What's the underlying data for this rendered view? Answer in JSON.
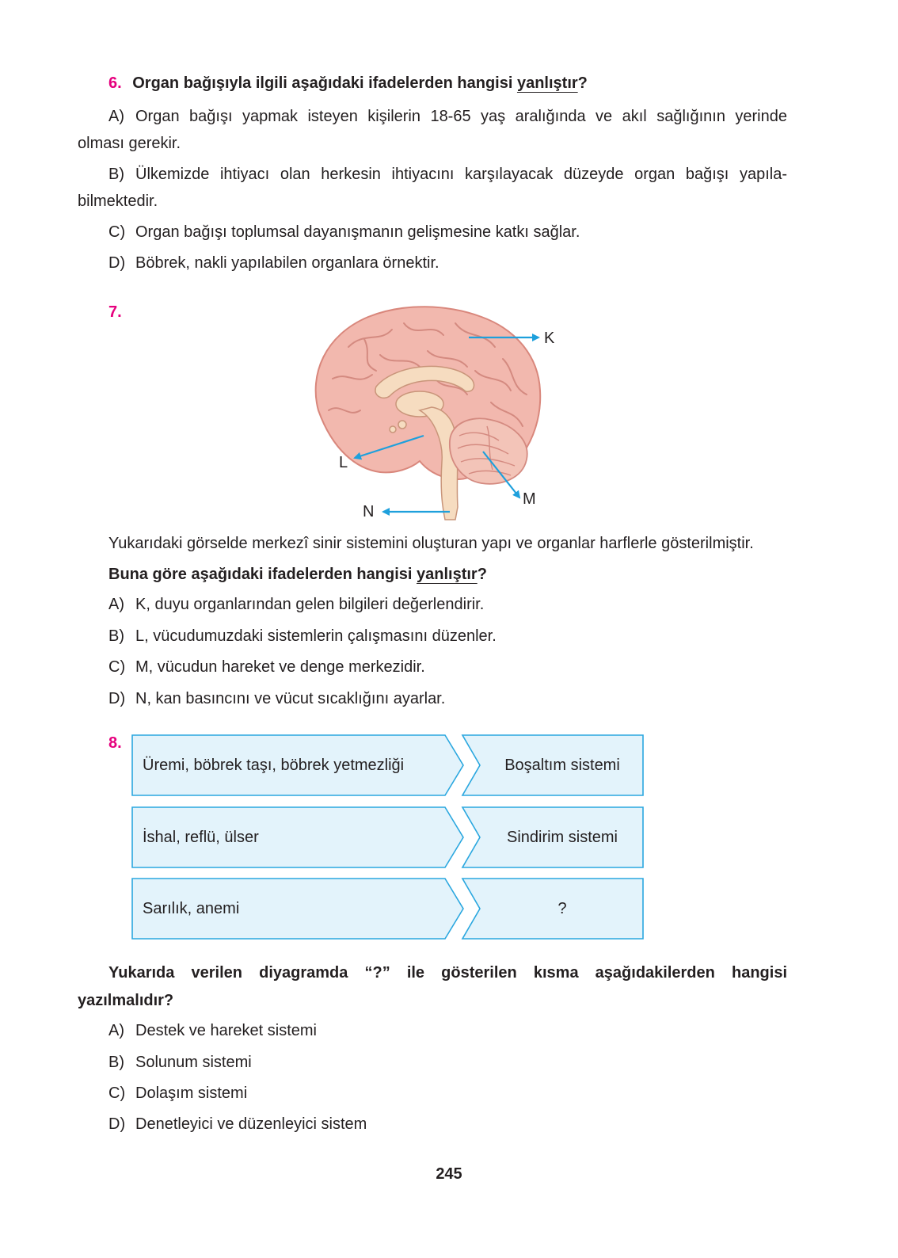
{
  "q6": {
    "number": "6.",
    "stem_pre": "Organ bağışıyla ilgili aşağıdaki ifadelerden hangisi ",
    "stem_u": "yanlıştır",
    "stem_post": "?",
    "a_letter": "A)",
    "a_line1": "Organ bağışı yapmak isteyen kişilerin 18-65 yaş aralığında ve akıl sağlığının yerinde",
    "a_line2": "olması gerekir.",
    "b_letter": "B)",
    "b_line1": "Ülkemizde ihtiyacı olan herkesin ihtiyacını karşılayacak düzeyde organ bağışı yapıla-",
    "b_line2": "bilmektedir.",
    "c_letter": "C)",
    "c_text": "Organ bağışı toplumsal dayanışmanın gelişmesine katkı sağlar.",
    "d_letter": "D)",
    "d_text": "Böbrek, nakli yapılabilen organlara örnektir."
  },
  "q7": {
    "number": "7.",
    "labels": {
      "k": "K",
      "l": "L",
      "m": "M",
      "n": "N"
    },
    "colors": {
      "arrow": "#1ea0dc",
      "brain": "#f2b8ae",
      "brain_outline": "#d9877c",
      "stem": "#f6dcc0"
    },
    "intro": "Yukarıdaki görselde merkezî sinir sistemini oluşturan yapı ve organlar harflerle gösterilmiştir.",
    "stem_pre": "Buna göre aşağıdaki ifadelerden hangisi ",
    "stem_u": "yanlıştır",
    "stem_post": "?",
    "a_letter": "A)",
    "a_text": "K, duyu organlarından gelen bilgileri değerlendirir.",
    "b_letter": "B)",
    "b_text": "L, vücudumuzdaki sistemlerin çalışmasını düzenler.",
    "c_letter": "C)",
    "c_text": "M, vücudun hareket ve denge merkezidir.",
    "d_letter": "D)",
    "d_text": "N, kan basıncını ve vücut sıcaklığını ayarlar."
  },
  "q8": {
    "number": "8.",
    "colors": {
      "box_fill": "#e3f3fb",
      "box_stroke": "#2aa7df"
    },
    "rows": [
      {
        "left": "Üremi, böbrek taşı, böbrek yetmezliği",
        "right": "Boşaltım sistemi"
      },
      {
        "left": "İshal, reflü, ülser",
        "right": "Sindirim sistemi"
      },
      {
        "left": "Sarılık, anemi",
        "right": "?"
      }
    ],
    "stem_line1": "Yukarıda verilen diyagramda “?” ile gösterilen kısma aşağıdakilerden hangisi",
    "stem_line2": "yazılmalıdır?",
    "a_letter": "A)",
    "a_text": "Destek ve hareket sistemi",
    "b_letter": "B)",
    "b_text": "Solunum sistemi",
    "c_letter": "C)",
    "c_text": "Dolaşım sistemi",
    "d_letter": "D)",
    "d_text": "Denetleyici ve düzenleyici sistem"
  },
  "page_number": "245"
}
